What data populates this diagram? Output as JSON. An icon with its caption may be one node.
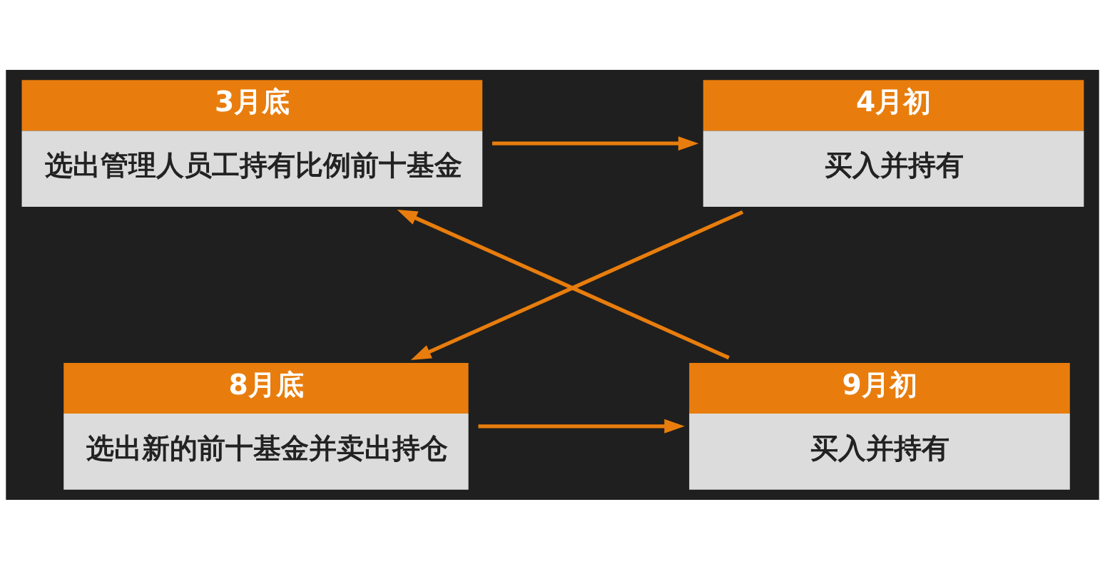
{
  "diagram": {
    "nodes": [
      {
        "text": [
          "3月底",
          "选出管理人员工持有比例前十基金"
        ]
      },
      {
        "text": [
          "4月初",
          "买入并持有"
        ]
      },
      {
        "text": [
          "9月初",
          "买入并持有"
        ]
      },
      {
        "text": [
          "8月底",
          "选出新的前十基金并卖出持仓"
        ]
      }
    ],
    "edges": [
      {
        "from": 0,
        "to": 1,
        "arrow": "to"
      },
      {
        "from": 1,
        "to": 3,
        "arrow": "to"
      },
      {
        "from": 3,
        "to": 2,
        "arrow": "to"
      },
      {
        "from": 2,
        "to": 0,
        "arrow": "to"
      }
    ]
  }
}
